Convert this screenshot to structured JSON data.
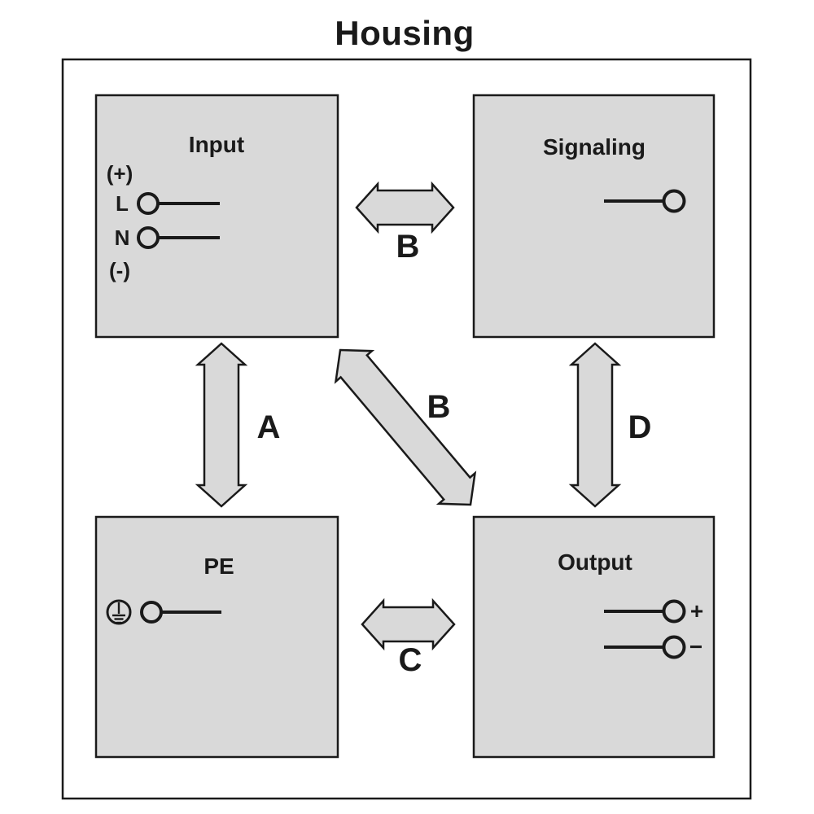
{
  "title": "Housing",
  "colors": {
    "background": "#ffffff",
    "box_fill": "#d9d9d9",
    "stroke": "#1a1a1a",
    "text": "#1a1a1a"
  },
  "boxes": {
    "input": {
      "title": "Input",
      "pins": {
        "plus": "(+)",
        "line": "L",
        "neutral": "N",
        "minus": "(-)"
      }
    },
    "signaling": {
      "title": "Signaling"
    },
    "pe": {
      "title": "PE"
    },
    "output": {
      "title": "Output",
      "pins": {
        "plus": "+",
        "minus": "−"
      }
    }
  },
  "arrows": [
    {
      "id": "a",
      "label": "A",
      "connects": "Input ↔ PE",
      "orientation": "vertical"
    },
    {
      "id": "b-top",
      "label": "B",
      "connects": "Input ↔ Signaling",
      "orientation": "horizontal"
    },
    {
      "id": "b-diagonal",
      "label": "B",
      "connects": "Input ↔ Output",
      "orientation": "diagonal"
    },
    {
      "id": "c",
      "label": "C",
      "connects": "PE ↔ Output",
      "orientation": "horizontal"
    },
    {
      "id": "d",
      "label": "D",
      "connects": "Signaling ↔ Output",
      "orientation": "vertical"
    }
  ],
  "icons": {
    "terminal": "terminal-circle-icon",
    "earth": "protective-earth-ground-icon",
    "arrow": "double-headed-arrow-icon"
  }
}
